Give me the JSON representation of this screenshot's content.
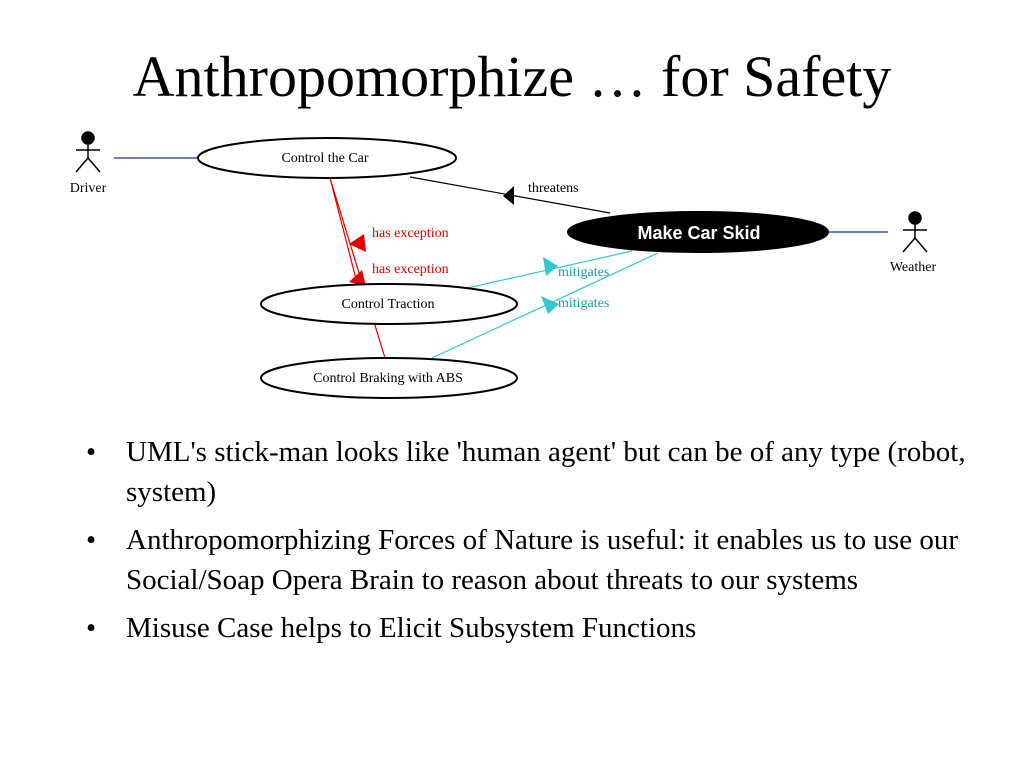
{
  "title": "Anthropomorphize … for Safety",
  "diagram": {
    "actors": {
      "driver": "Driver",
      "weather": "Weather"
    },
    "use_cases": {
      "control_car": "Control the Car",
      "make_skid": "Make Car Skid",
      "control_traction": "Control Traction",
      "control_braking": "Control Braking with ABS"
    },
    "relations": {
      "threatens": "threatens",
      "has_exception_1": "has exception",
      "has_exception_2": "has exception",
      "mitigates_1": "mitigates",
      "mitigates_2": "mitigates"
    },
    "colors": {
      "association": "#1a2fa0",
      "threatens": "#000000",
      "has_exception": "#e00000",
      "mitigates": "#33c8d0",
      "misuse_fill": "#000000"
    }
  },
  "bullets": [
    "UML's stick-man looks like 'human agent' but can be of any type (robot, system)",
    "Anthropomorphizing Forces of Nature is useful: it enables us to use our Social/Soap Opera Brain to reason about threats to our systems",
    "Misuse Case helps to Elicit Subsystem Functions"
  ],
  "bullet_glyph": "•"
}
